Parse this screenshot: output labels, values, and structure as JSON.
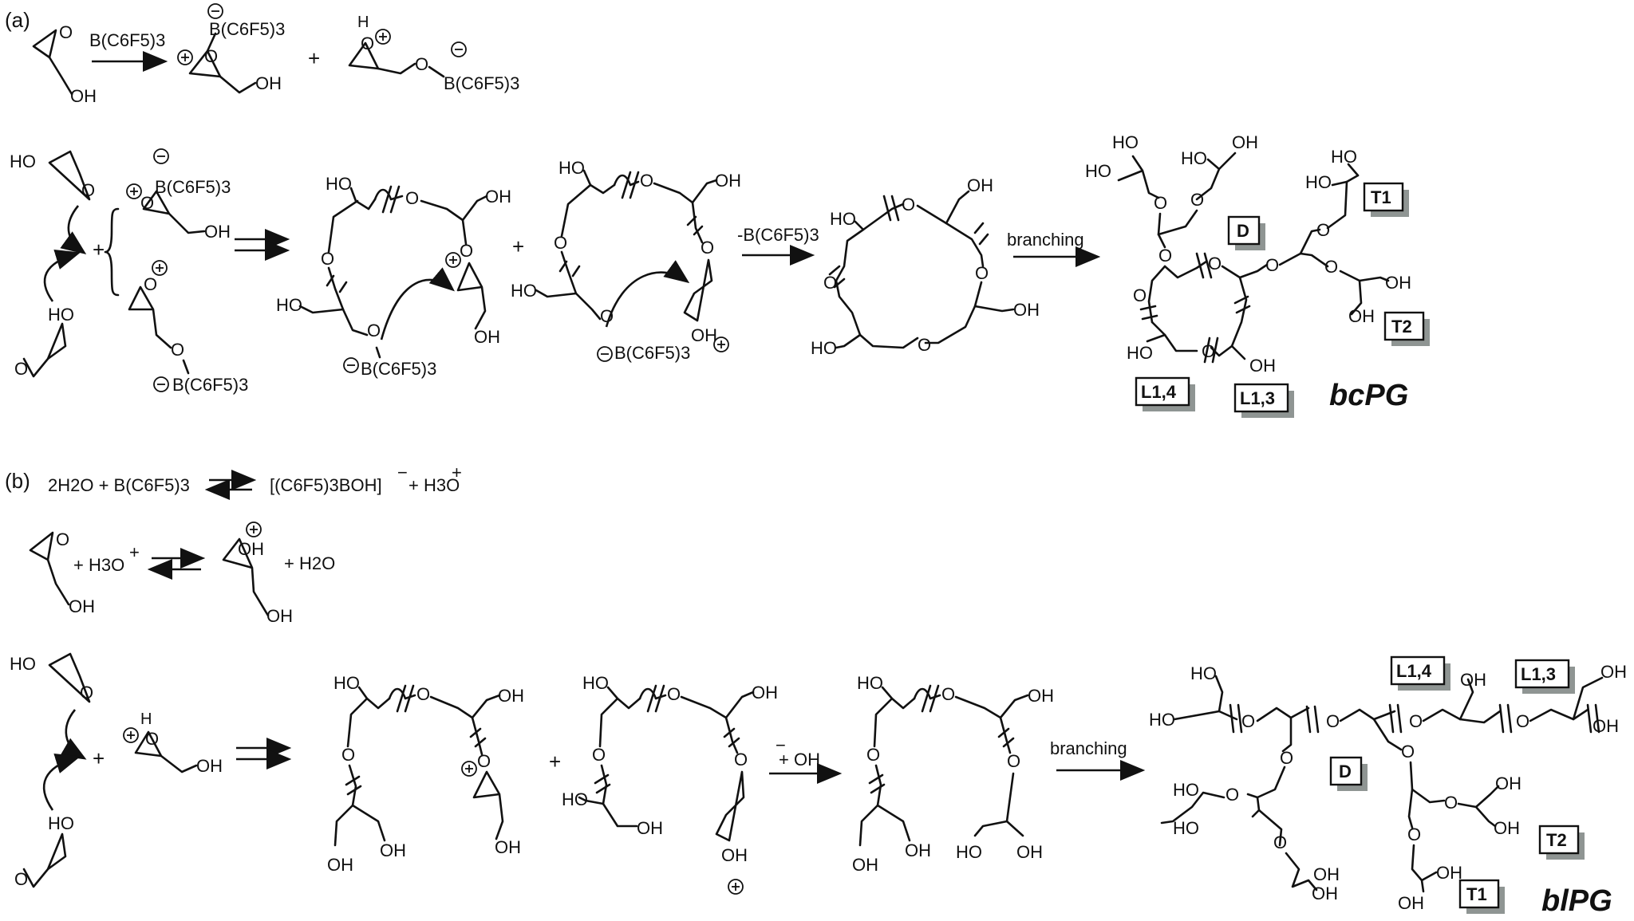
{
  "panels": {
    "a_label": "(a)",
    "b_label": "(b)"
  },
  "reagents": {
    "borane": "B(C6F5)3",
    "neg_borane": "B(C6F5)3",
    "minus_borane": "-B(C6F5)3",
    "hydroxide": "+ OH",
    "water_eq_left": "2H2O + B(C6F5)3",
    "water_eq_right": "[(C6F5)3BOH]",
    "hydronium_plus": "+ H3O",
    "water_product": "+ H2O",
    "plus_sign": "+"
  },
  "atoms": {
    "hydroxyl": "HO",
    "hydroxyl_r": "OH",
    "oxygen": "O",
    "hydrogen": "H"
  },
  "arrows": {
    "branching": "branching"
  },
  "products": {
    "cyclic": "bcPG",
    "linear": "blPG"
  },
  "unit_labels": {
    "dendritic": "D",
    "terminal_1": "T1",
    "terminal_2": "T2",
    "linear_14": "L1,4",
    "linear_13": "L1,3"
  }
}
